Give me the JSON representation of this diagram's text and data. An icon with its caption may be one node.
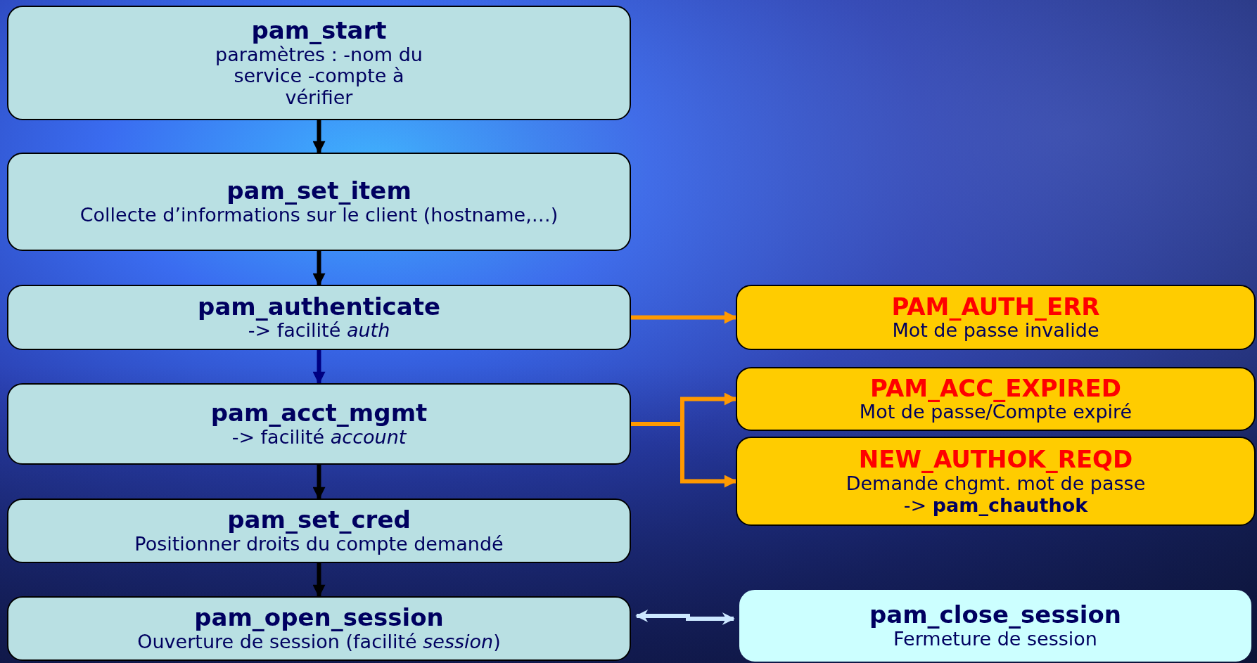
{
  "diagram": {
    "nodes": [
      {
        "text": [
          "pam_start",
          "paramètres : -nom du service -compte à vérifier"
        ]
      },
      {
        "text": [
          "pam_set_item",
          "Collecte d’informations sur le client (hostname,…)"
        ]
      },
      {
        "text": [
          "pam_authenticate",
          "-> facilité *auth*"
        ]
      },
      {
        "text": [
          "pam_acct_mgmt",
          "-> facilité *account*"
        ]
      },
      {
        "text": [
          "pam_set_cred",
          "Positionner droits du compte demandé"
        ]
      },
      {
        "text": [
          "pam_open_session",
          "Ouverture de session (facilité *session*)"
        ]
      },
      {
        "text": [
          "PAM_AUTH_ERR",
          "Mot de passe invalide"
        ]
      },
      {
        "text": [
          "PAM_ACC_EXPIRED",
          "Mot de passe/Compte expiré"
        ]
      },
      {
        "text": [
          "NEW_AUTHOK_REQD",
          "Demande chgmt. mot de passe",
          "-> **pam_chauthok**"
        ]
      },
      {
        "text": [
          "pam_close_session",
          "Fermeture de session"
        ]
      }
    ],
    "edges": [
      {
        "from": 0,
        "to": 1,
        "arrow": "to"
      },
      {
        "from": 1,
        "to": 2,
        "arrow": "to"
      },
      {
        "from": 2,
        "to": 3,
        "arrow": "to",
        "color": "#000080"
      },
      {
        "from": 3,
        "to": 4,
        "arrow": "to"
      },
      {
        "from": 4,
        "to": 5,
        "arrow": "to"
      },
      {
        "from": 2,
        "to": 6,
        "arrow": "to",
        "color": "#ff9900"
      },
      {
        "from": 3,
        "to": 7,
        "arrow": "to",
        "color": "#ff9900"
      },
      {
        "from": 3,
        "to": 8,
        "arrow": "to",
        "color": "#ff9900"
      },
      {
        "from": 5,
        "to": 9,
        "arrow": "both",
        "color": "#cce8ff"
      }
    ]
  }
}
